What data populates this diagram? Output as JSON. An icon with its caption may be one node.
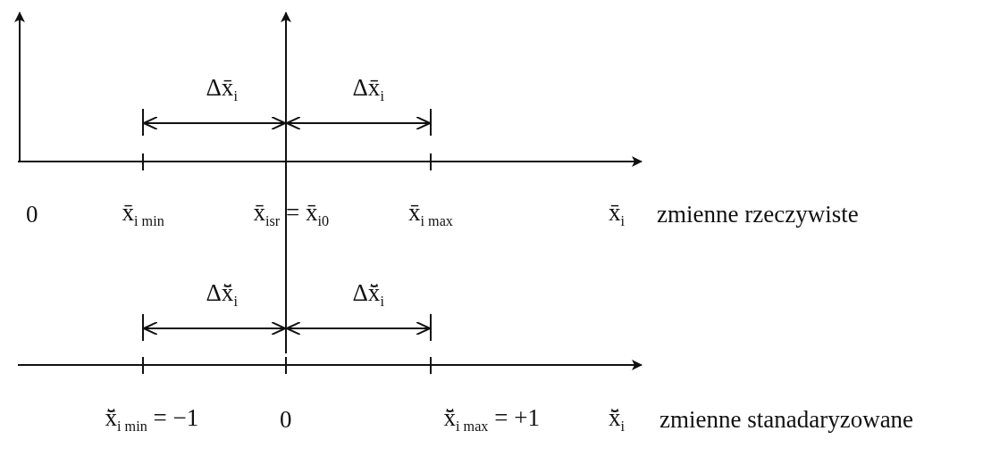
{
  "diagram": {
    "labels": [
      "Δx̄$_{i}$",
      "Δx̄$_{i}$",
      "0",
      "x̄$_{i min}$",
      "x̄$_{isr}$ = x̄$_{i0}$",
      "x̄$_{i max}$",
      "x̄$_{i}$",
      "zmienne rzeczywiste",
      "Δx̄̆$_{i}$",
      "Δx̄̆$_{i}$",
      "x̄̆$_{i min}$ = −1",
      "0",
      "x̄̆$_{i max}$ = +1",
      "x̄̆$_{i}$",
      "zmienne stanadaryzowane"
    ]
  }
}
